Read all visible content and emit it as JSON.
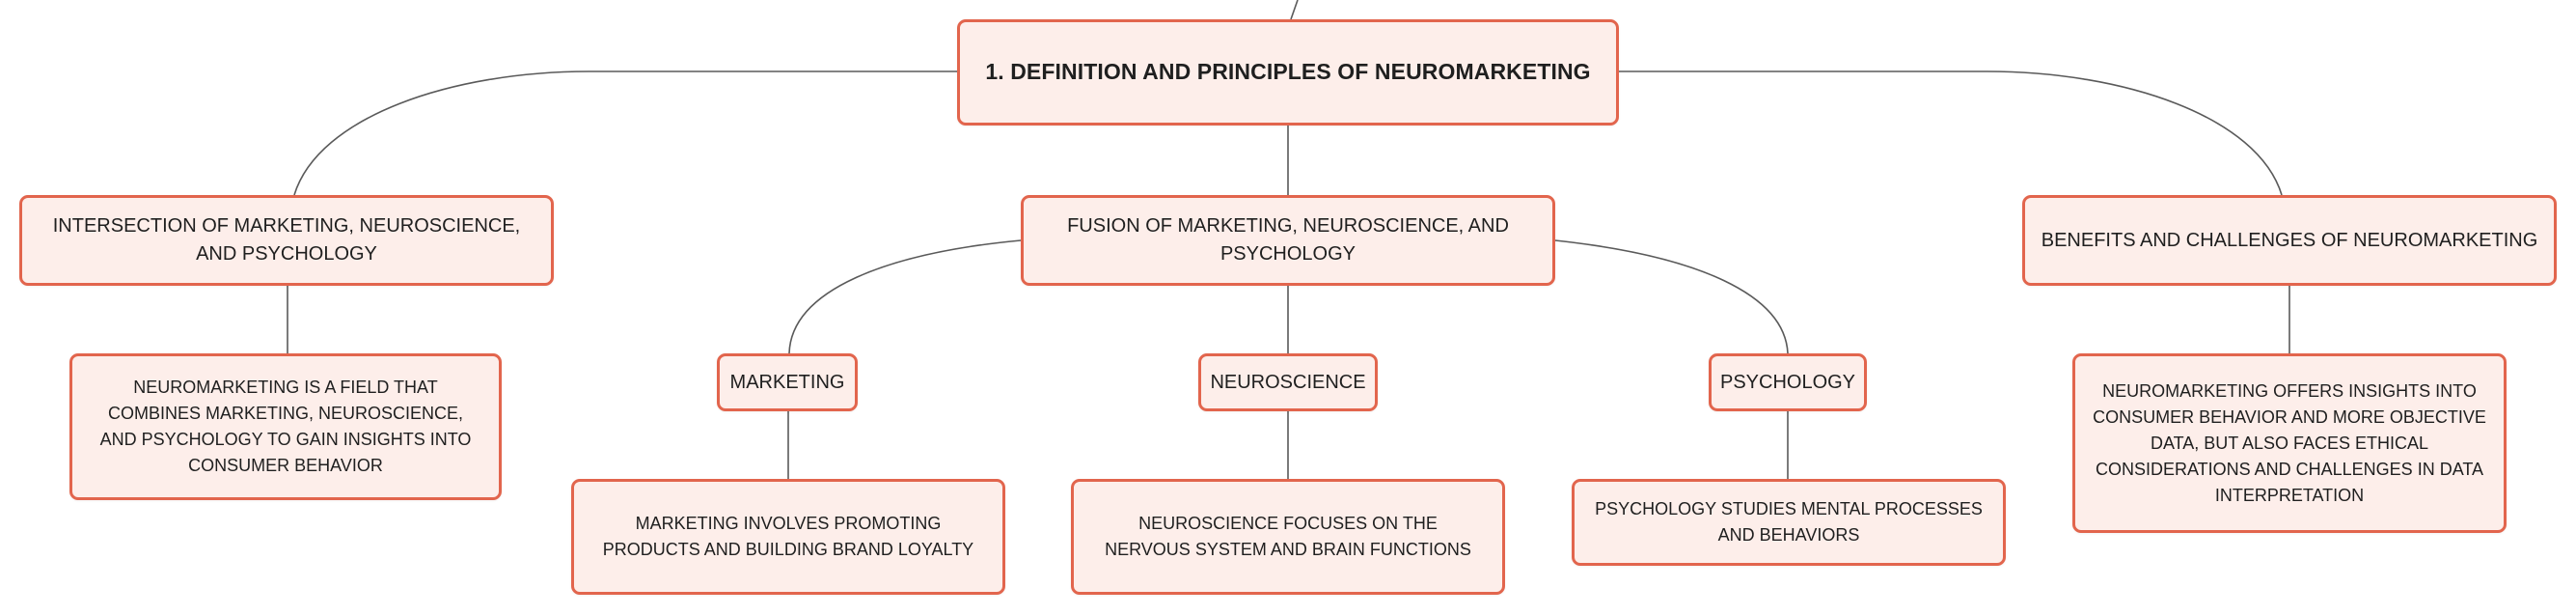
{
  "diagram": {
    "root": {
      "label": "1. DEFINITION AND PRINCIPLES OF NEUROMARKETING"
    },
    "branches": {
      "left": {
        "label": "INTERSECTION OF MARKETING, NEUROSCIENCE, AND PSYCHOLOGY",
        "detail": "NEUROMARKETING IS A FIELD THAT COMBINES MARKETING, NEUROSCIENCE, AND PSYCHOLOGY TO GAIN INSIGHTS INTO CONSUMER BEHAVIOR"
      },
      "center": {
        "label": "FUSION OF MARKETING, NEUROSCIENCE, AND PSYCHOLOGY",
        "children": [
          {
            "label": "MARKETING",
            "detail": "MARKETING INVOLVES PROMOTING PRODUCTS AND BUILDING BRAND LOYALTY"
          },
          {
            "label": "NEUROSCIENCE",
            "detail": "NEUROSCIENCE FOCUSES ON THE NERVOUS SYSTEM AND BRAIN FUNCTIONS"
          },
          {
            "label": "PSYCHOLOGY",
            "detail": "PSYCHOLOGY STUDIES MENTAL PROCESSES AND BEHAVIORS"
          }
        ]
      },
      "right": {
        "label": "BENEFITS AND CHALLENGES OF NEUROMARKETING",
        "detail": "NEUROMARKETING OFFERS INSIGHTS INTO CONSUMER BEHAVIOR AND MORE OBJECTIVE DATA, BUT ALSO FACES ETHICAL CONSIDERATIONS AND CHALLENGES IN DATA INTERPRETATION"
      }
    }
  },
  "colors": {
    "node_fill": "#fdeeea",
    "node_border": "#e2654d",
    "connector": "#5a5a5a",
    "text": "#1f1f1f"
  }
}
